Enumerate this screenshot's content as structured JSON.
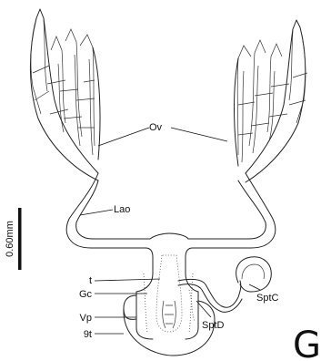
{
  "figure": {
    "panel_letter": "G",
    "scale_bar": {
      "label": "0.60mm"
    },
    "labels": {
      "ovarioles": "Ov",
      "lateral_oviduct": "Lao",
      "t": "t",
      "genital_chamber": "Gc",
      "vaginal_plate": "Vp",
      "tergite_9": "9t",
      "spermathecal_duct": "SptD",
      "spermatheca": "SptC"
    }
  }
}
